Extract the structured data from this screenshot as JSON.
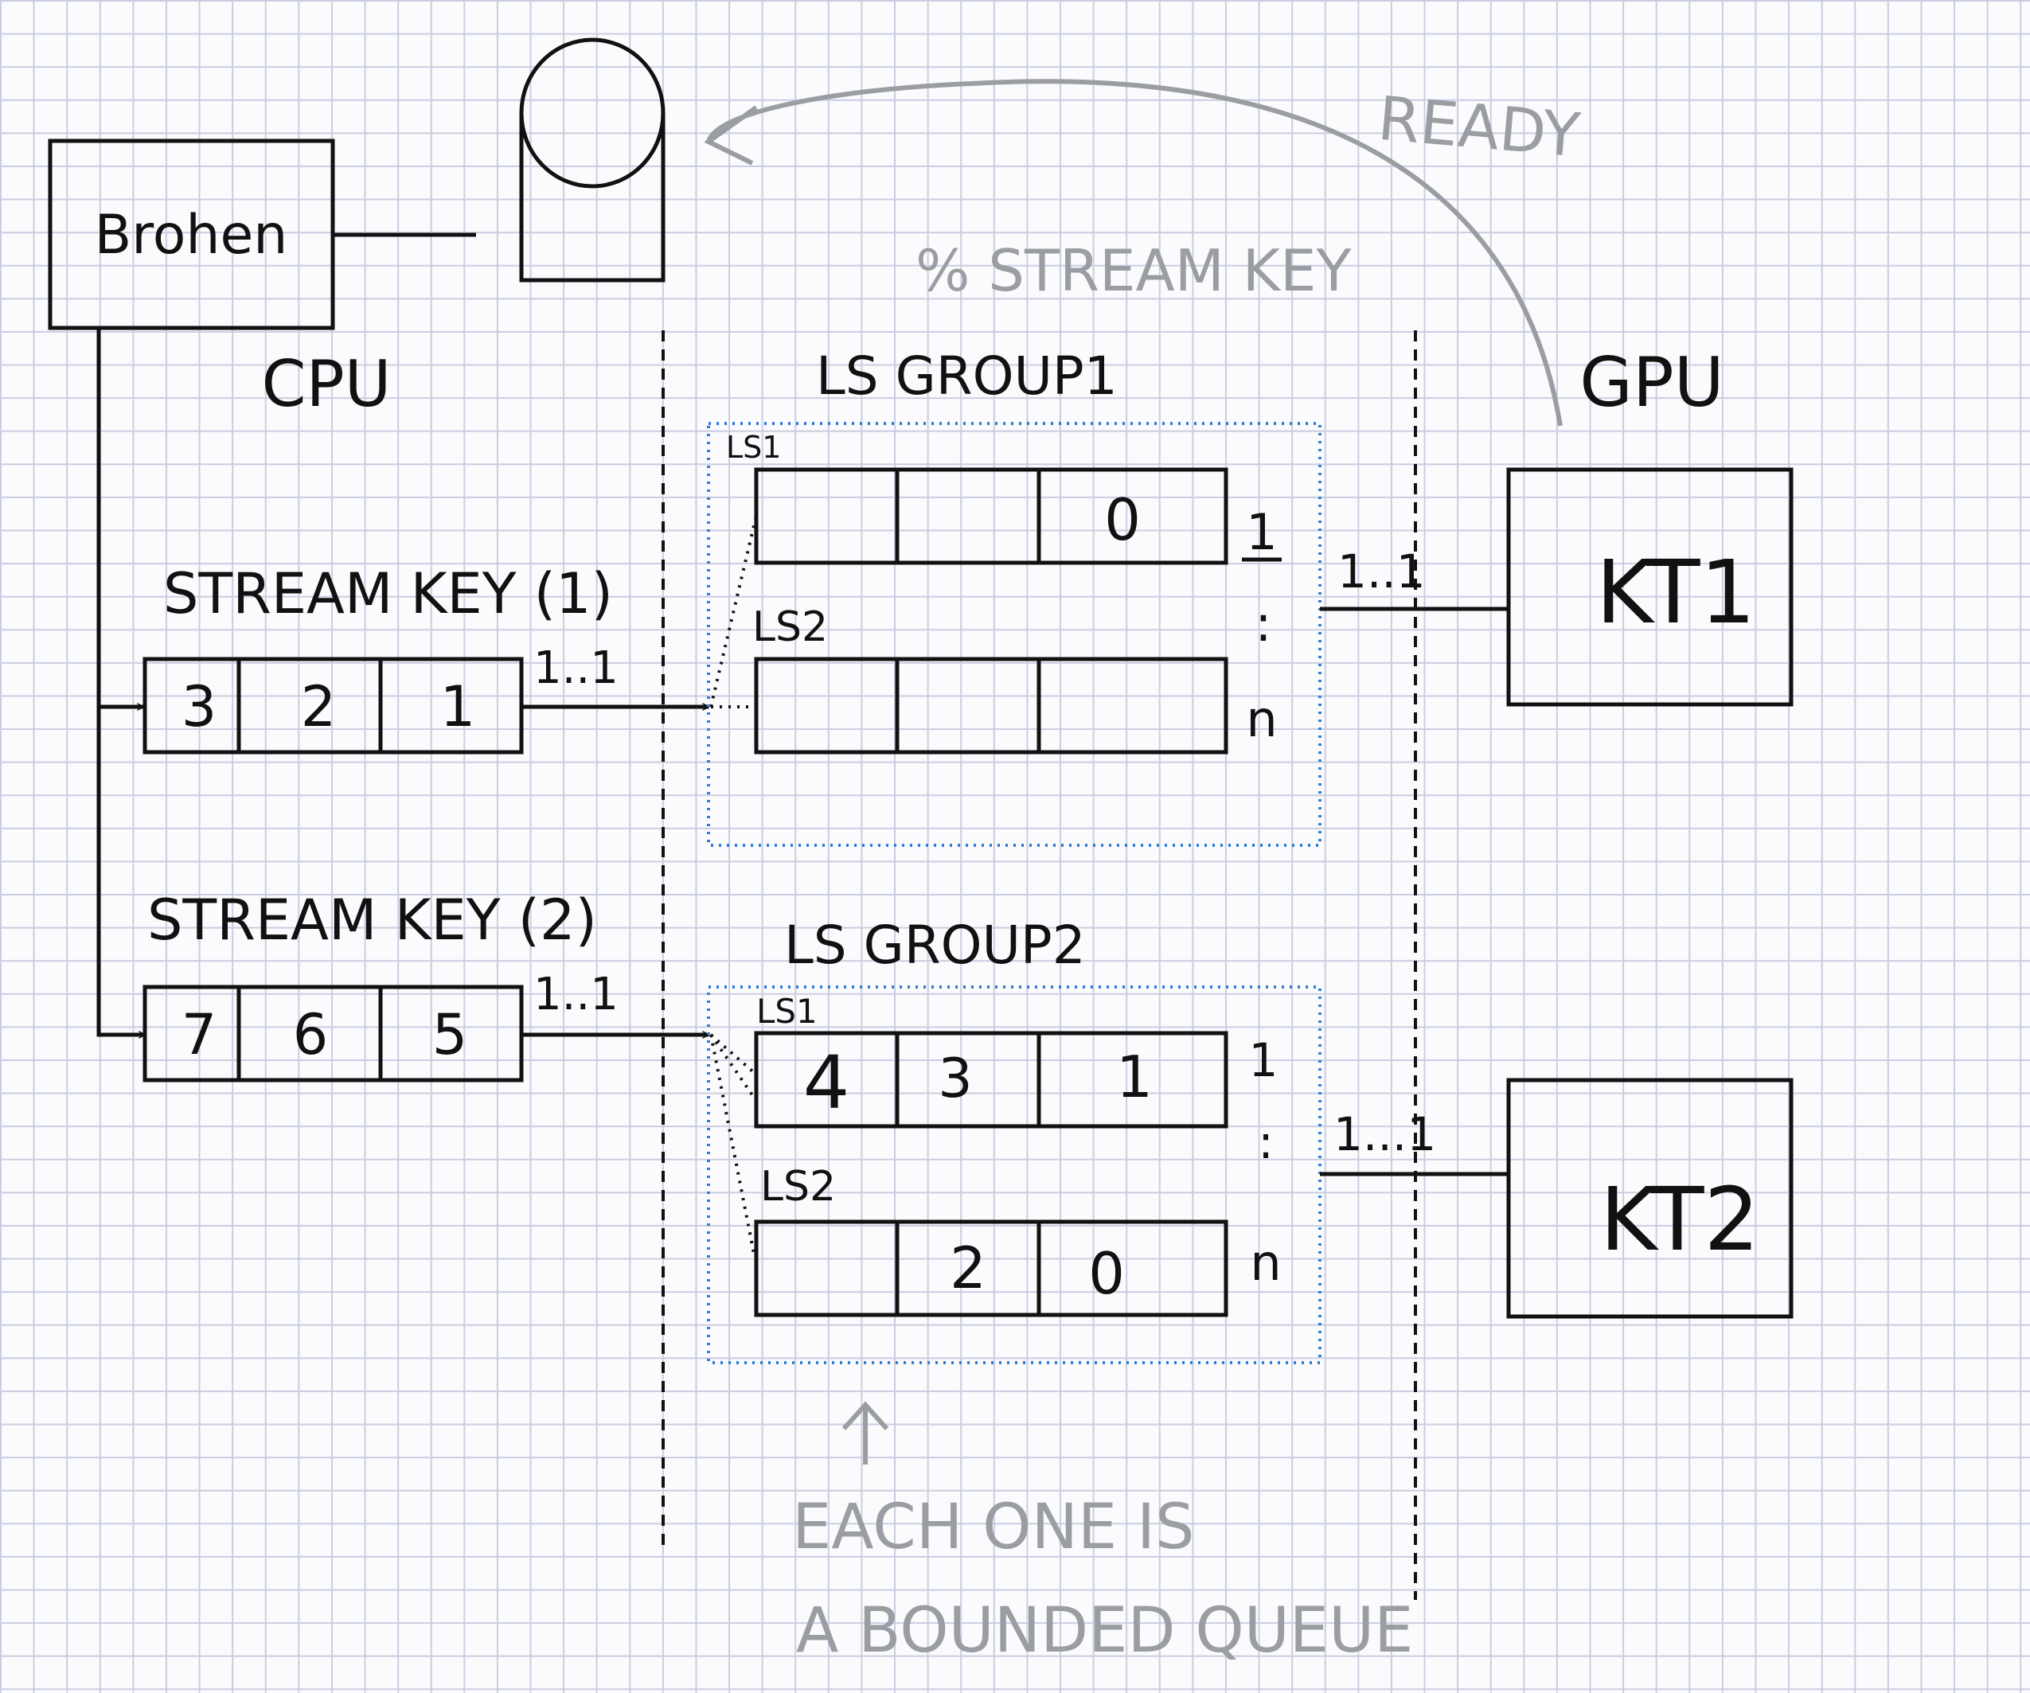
{
  "broker": {
    "label": "Brohen"
  },
  "sections": {
    "cpu": "CPU",
    "gpu": "GPU"
  },
  "database": {
    "annotation": "% STREAM KEY",
    "ready": "READY"
  },
  "streams": [
    {
      "label": "STREAM KEY (1)",
      "cells": [
        "3",
        "2",
        "1"
      ],
      "mult": "1..1"
    },
    {
      "label": "STREAM KEY (2)",
      "cells": [
        "7",
        "6",
        "5"
      ],
      "mult": "1..1"
    }
  ],
  "groups": [
    {
      "title": "LS GROUP1",
      "queues": [
        {
          "label": "LS1",
          "cells": [
            "",
            "",
            "0"
          ]
        },
        {
          "label": "LS2",
          "cells": [
            "",
            "",
            ""
          ]
        }
      ],
      "index_top": "1",
      "index_mid": ":",
      "index_bottom": "n",
      "mult": "1..1",
      "kernel": "KT1"
    },
    {
      "title": "LS GROUP2",
      "queues": [
        {
          "label": "LS1",
          "cells": [
            "4",
            "3",
            "1"
          ]
        },
        {
          "label": "LS2",
          "cells": [
            "",
            "2",
            "0"
          ]
        }
      ],
      "index_top": "1",
      "index_mid": ":",
      "index_bottom": "n",
      "mult": "1...1",
      "kernel": "KT2"
    }
  ],
  "note": {
    "line1": "EACH ONE IS",
    "line2": "A BOUNDED QUEUE"
  }
}
